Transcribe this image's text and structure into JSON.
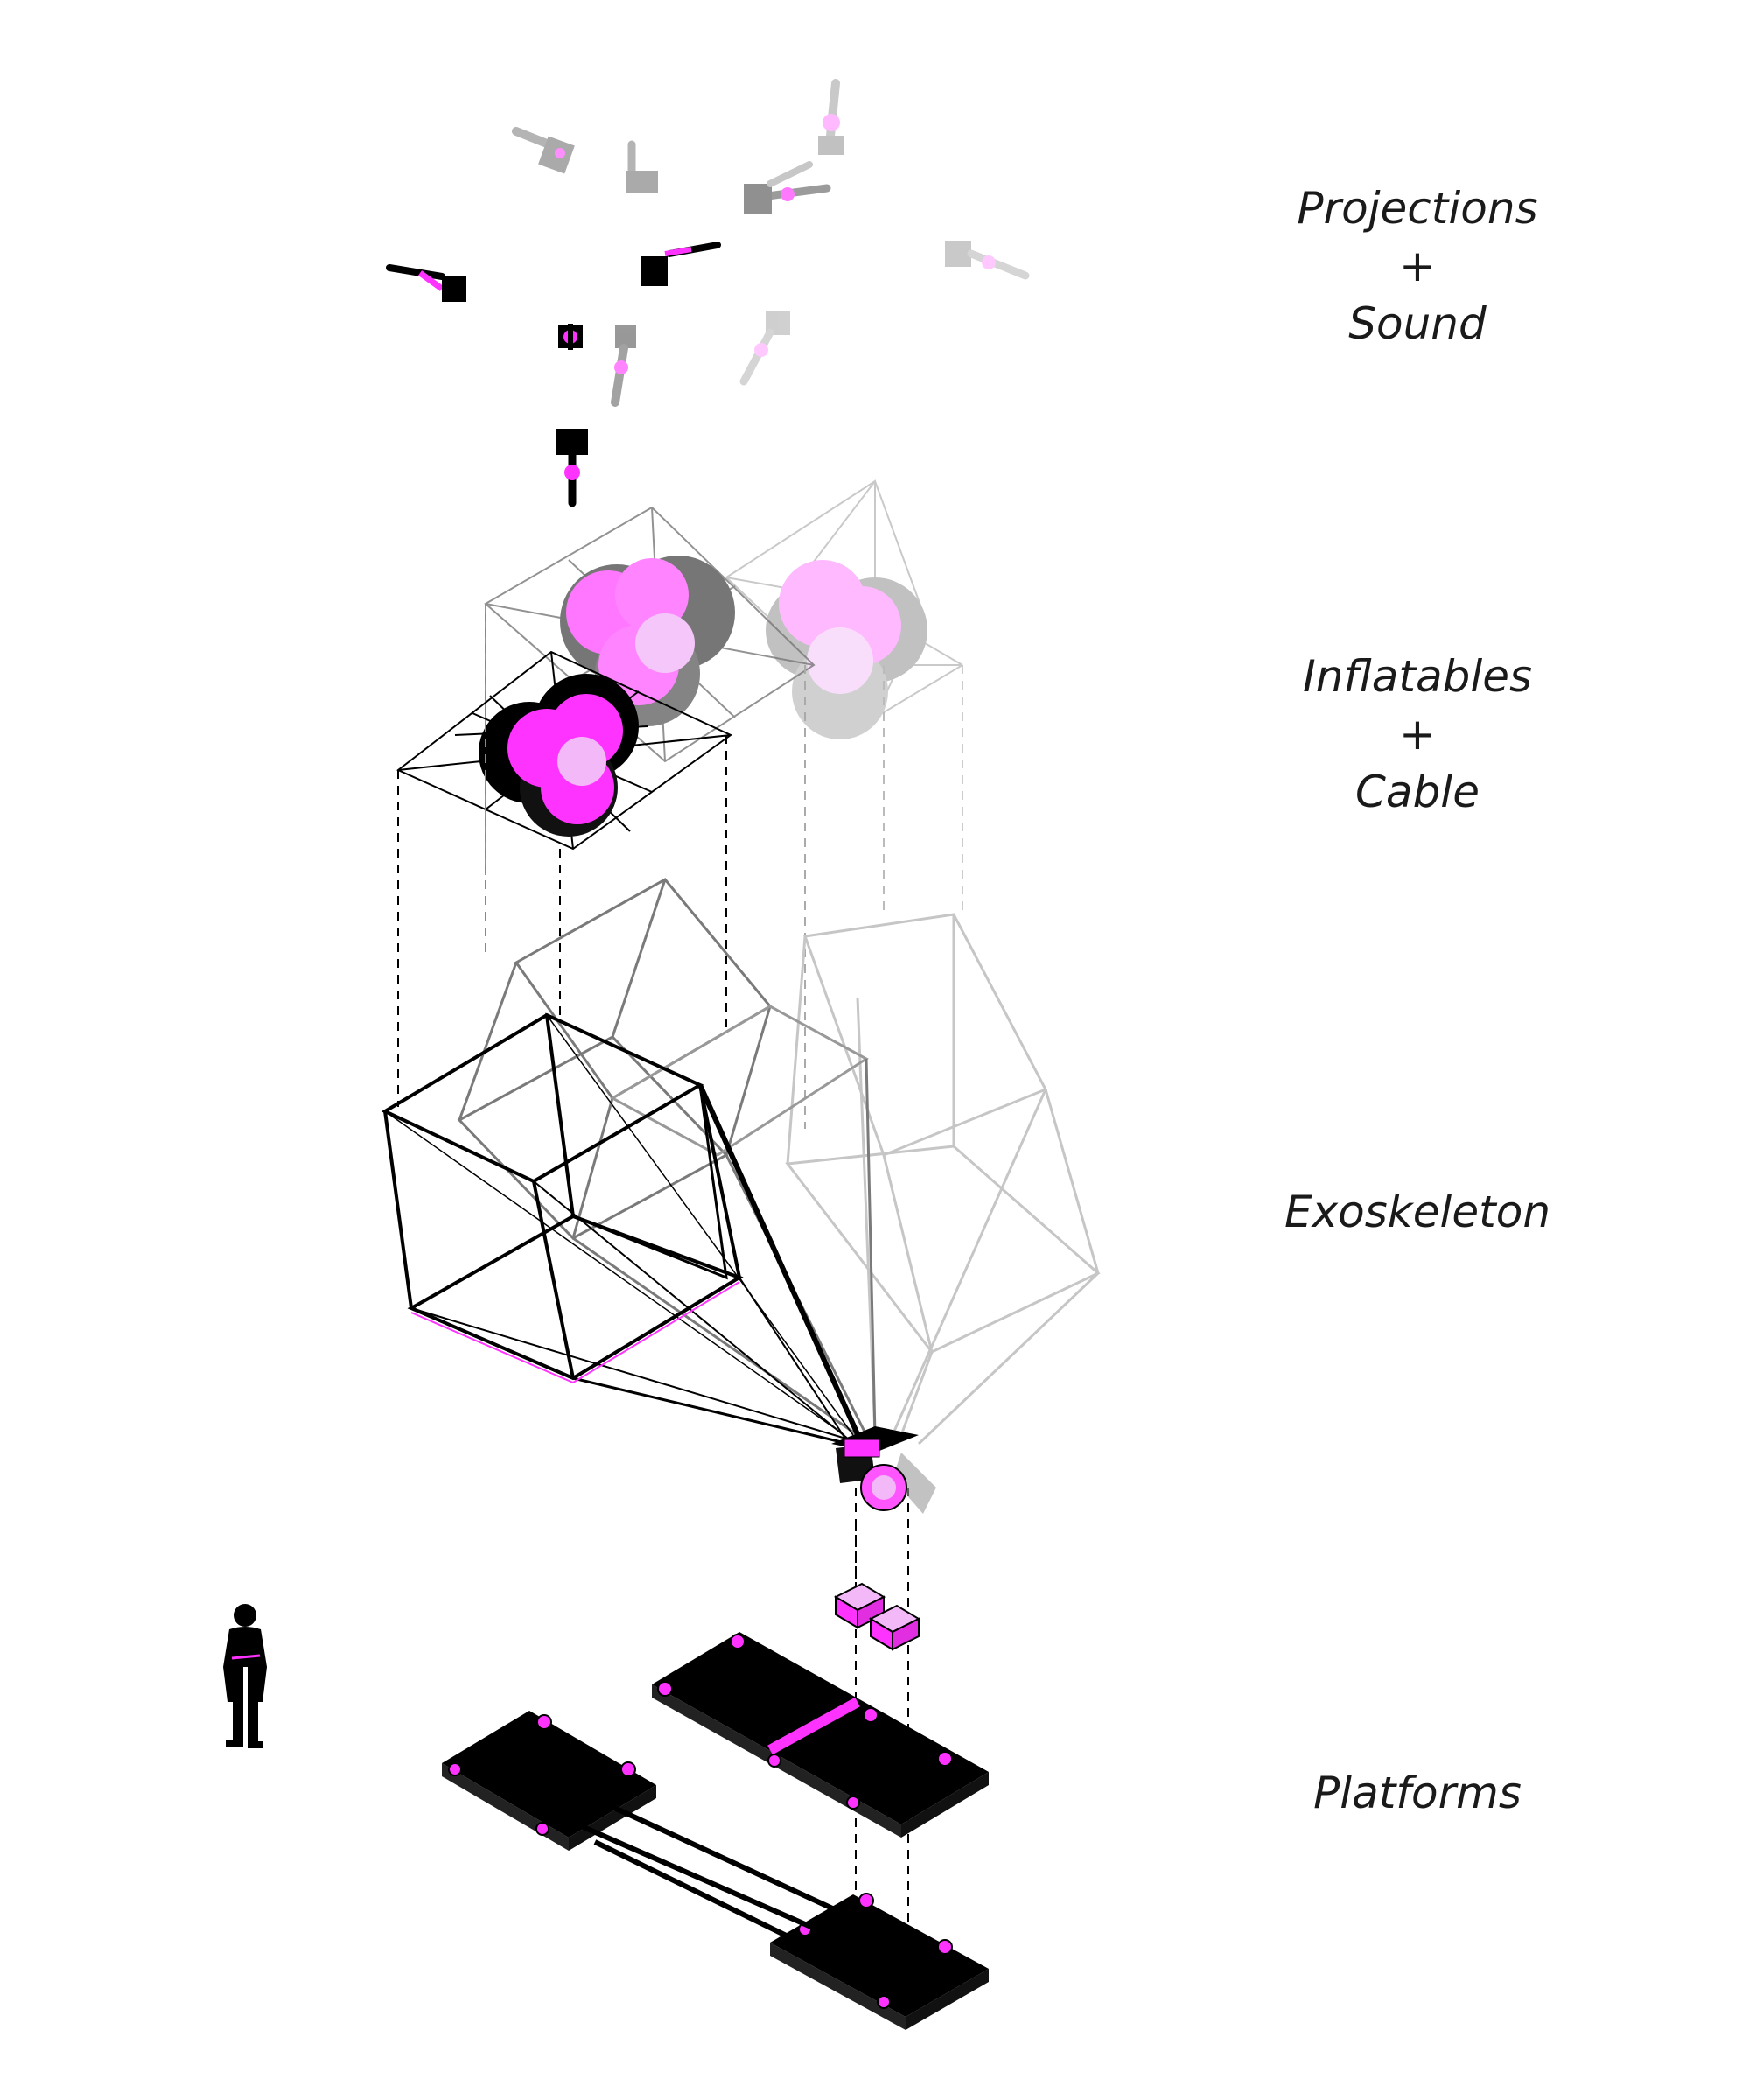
{
  "labels": {
    "projections": {
      "line1": "Projections",
      "join": "+",
      "line2": "Sound"
    },
    "inflatables": {
      "line1": "Inflatables",
      "join": "+",
      "line2": "Cable"
    },
    "exoskeleton": {
      "line1": "Exoskeleton"
    },
    "platforms": {
      "line1": "Platforms"
    }
  },
  "colors": {
    "accent_magenta": "#ff33ff",
    "pale_magenta": "#f3b8f8",
    "black": "#000000",
    "mid_gray": "#777777",
    "light_gray": "#bdbdbd"
  },
  "icons": [
    "projector-arm-icon",
    "inflatable-balloon-icon",
    "human-figure-icon",
    "speaker-box-icon",
    "platform-wheel-icon"
  ]
}
